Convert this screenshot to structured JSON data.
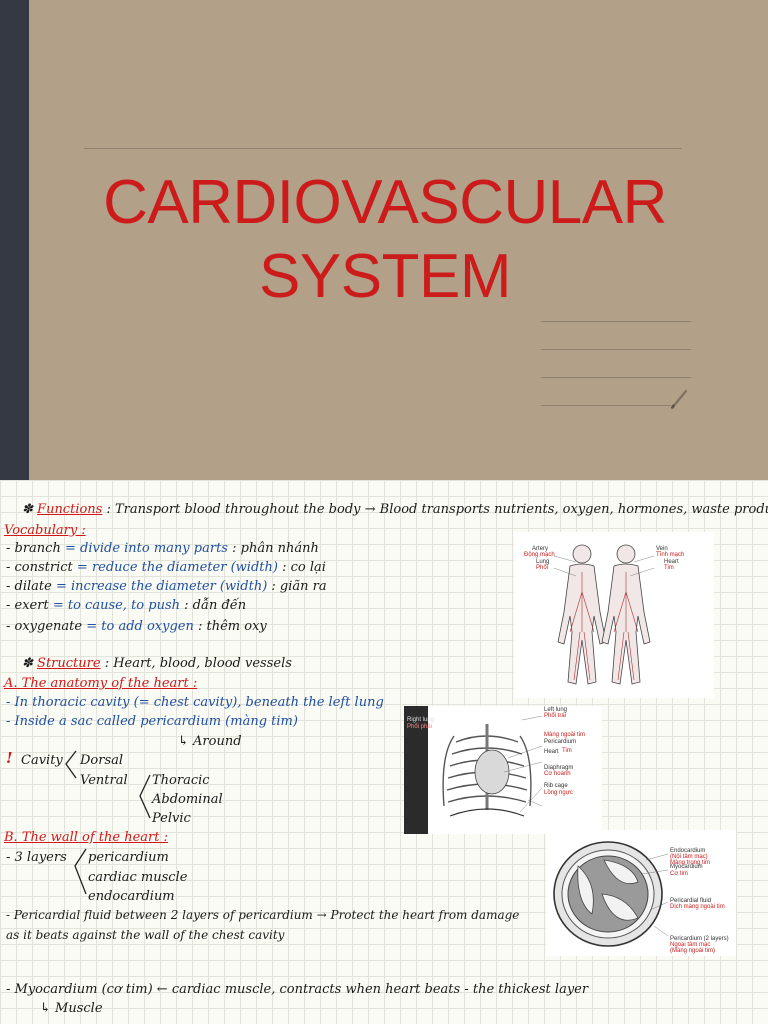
{
  "cover": {
    "title_line1": "CARDIOVASCULAR",
    "title_line2": "SYSTEM"
  },
  "notes": {
    "functions": {
      "bullet": "✽",
      "label": "Functions",
      "text": ": Transport blood throughout the body → Blood transports nutrients, oxygen, hormones, waste products"
    },
    "vocab_header": "Vocabulary :",
    "vocab": [
      {
        "term": "- branch",
        "def": "= divide into many parts",
        "vi": ": phân nhánh"
      },
      {
        "term": "- constrict",
        "def": "= reduce the diameter (width)",
        "vi": ": co lại"
      },
      {
        "term": "- dilate",
        "def": "= increase the diameter (width)",
        "vi": ": giãn ra"
      },
      {
        "term": "- exert",
        "def": "= to cause, to push",
        "vi": ": dẫn đến"
      },
      {
        "term": "- oxygenate",
        "def": "= to add oxygen",
        "vi": ": thêm oxy"
      }
    ],
    "structure": {
      "bullet": "✽",
      "label": "Structure",
      "text": ": Heart, blood, blood vessels"
    },
    "section_a": "A. The anatomy of the heart :",
    "a_items": [
      "- In thoracic cavity (= chest cavity), beneath the left lung",
      "- Inside a sac called pericardium (màng tim)"
    ],
    "around": "↳ Around",
    "cavity": {
      "mark": "!",
      "label": "Cavity",
      "dorsal": "Dorsal",
      "ventral": "Ventral",
      "sub": [
        "Thoracic",
        "Abdominal",
        "Pelvic"
      ]
    },
    "section_b": "B. The wall of the heart :",
    "layers": {
      "label": "- 3 layers",
      "items": [
        "pericardium",
        "cardiac muscle",
        "endocardium"
      ]
    },
    "pericardial_line1": "- Pericardial fluid between 2 layers of pericardium → Protect the heart from damage",
    "pericardial_line2": "as it beats against the wall of the chest cavity",
    "myocardium_line": "- Myocardium (cơ tim) ← cardiac muscle, contracts when heart beats - the thickest layer",
    "muscle": "↳ Muscle"
  },
  "figures": {
    "body": {
      "artery": "Artery",
      "artery_vi": "Động mạch",
      "lung": "Lung",
      "lung_vi": "Phổi",
      "vein": "Vein",
      "vein_vi": "Tĩnh mạch",
      "heart": "Heart",
      "heart_vi": "Tim"
    },
    "chest": {
      "right_lung": "Right lung",
      "right_lung_vi": "Phổi phải",
      "left_lung": "Left lung",
      "left_lung_vi": "Phổi trái",
      "pericardium_vi": "Màng ngoài tim",
      "pericardium": "Pericardium",
      "heart": "Heart",
      "heart_vi": "Tim",
      "diaphragm": "Diaphragm",
      "diaphragm_vi": "Cơ hoành",
      "rib_cage": "Rib cage",
      "rib_cage_vi": "Lồng ngực"
    },
    "wall": {
      "endocardium": "Endocardium",
      "endocardium_vi1": "(Nội tâm mạc)",
      "endocardium_vi2": "Màng trong tim",
      "myocardium": "Myocardium",
      "myocardium_vi": "Cơ tim",
      "fluid": "Pericardial fluid",
      "fluid_vi": "Dịch màng ngoài tim",
      "pericardium": "Pericardium (2 layers)",
      "pericardium_vi1": "Ngoại tâm mạc",
      "pericardium_vi2": "(Màng ngoài tim)"
    }
  },
  "colors": {
    "cover_bg": "#b3a088",
    "spine": "#343944",
    "title": "#cc1b1b",
    "ink_red": "#d11818",
    "ink_blue": "#1f4fa0"
  }
}
